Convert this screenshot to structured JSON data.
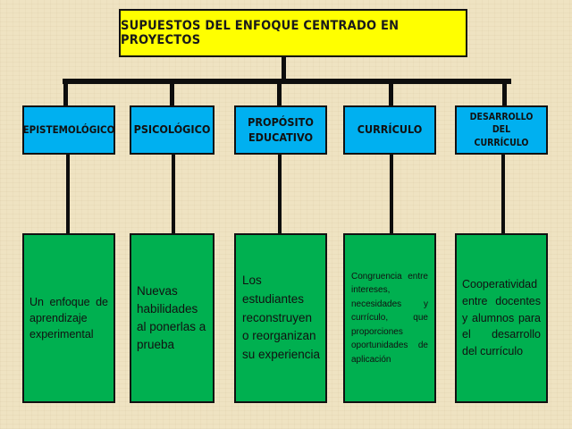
{
  "title": "SUPUESTOS DEL ENFOQUE CENTRADO EN PROYECTOS",
  "colors": {
    "title_fill": "#ffff00",
    "header_fill": "#00b0f0",
    "detail_fill": "#00b050",
    "connector": "#0d0d0d",
    "background": "#efe3c2"
  },
  "columns": [
    {
      "header": "EPISTEMOLÓGICO",
      "detail": "Un enfoque de aprendizaje experimental"
    },
    {
      "header": "PSICOLÓGICO",
      "detail": "Nuevas habilidades al ponerlas a prueba"
    },
    {
      "header": "PROPÓSITO\nEDUCATIVO",
      "detail": "Los estudiantes reconstruyen o reorganizan su experiencia"
    },
    {
      "header": "CURRÍCULO",
      "detail": "Congruencia entre intereses, necesidades y currículo, que proporciones oportunidades de aplicación"
    },
    {
      "header": "DESARROLLO\nDEL\nCURRÍCULO",
      "detail": "Cooperatividad entre docentes y alumnos para el desarrollo del currículo"
    }
  ]
}
